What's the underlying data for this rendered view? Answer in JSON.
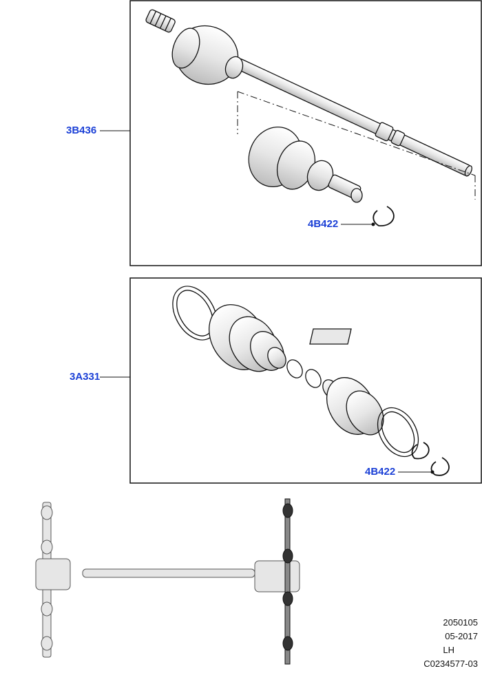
{
  "callouts": {
    "panel1_main": "3B436",
    "panel1_ring": "4B422",
    "panel2_main": "3A331",
    "panel2_ring": "4B422"
  },
  "footer": {
    "line1": "2050105",
    "line2": "05-2017",
    "line3": "LH",
    "line4": "C0234577-03"
  },
  "colors": {
    "callout": "#1a3fd6",
    "line": "#111111",
    "shade": "#d9d9d9"
  }
}
